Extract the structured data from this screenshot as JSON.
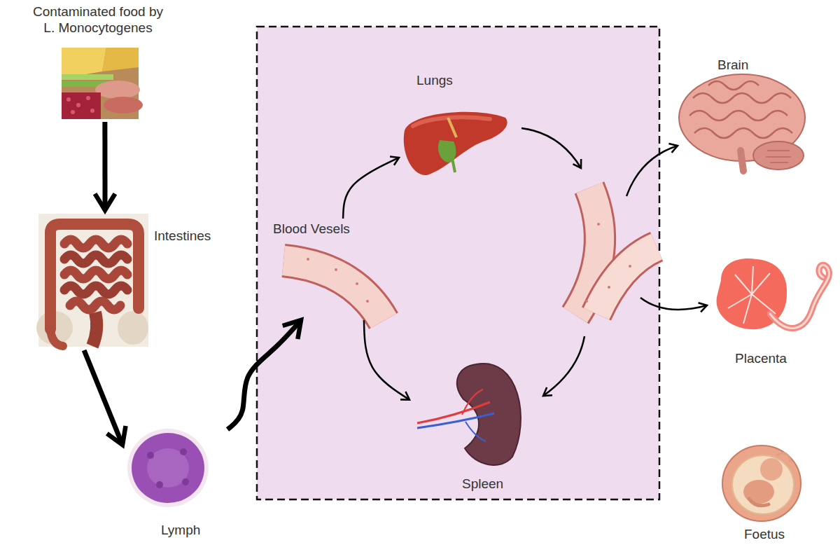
{
  "diagram": {
    "nodes": [
      {
        "text": [
          "Contaminated food by L. Monocytogenes"
        ]
      },
      {
        "text": [
          "Intestines"
        ]
      },
      {
        "text": [
          "Lymph"
        ]
      },
      {
        "text": [
          "Blood Vesels"
        ]
      },
      {
        "text": [
          "Lungs"
        ]
      },
      {
        "text": [
          "Spleen"
        ]
      },
      {
        "text": [
          "Brain"
        ]
      },
      {
        "text": [
          "Placenta"
        ]
      },
      {
        "text": [
          "Foetus"
        ]
      }
    ],
    "edges": [
      {
        "from": 0,
        "to": 1,
        "arrow": "to"
      },
      {
        "from": 1,
        "to": 2,
        "arrow": "to"
      },
      {
        "from": 2,
        "to": 3,
        "arrow": "to"
      },
      {
        "from": 3,
        "to": 4,
        "arrow": "to"
      },
      {
        "from": 3,
        "to": 5,
        "arrow": "to"
      }
    ]
  }
}
